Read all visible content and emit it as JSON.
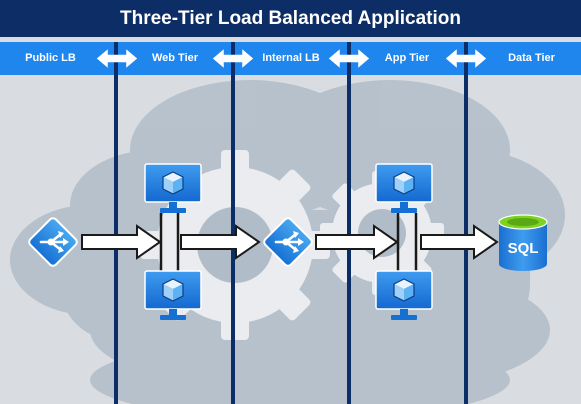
{
  "title": "Three-Tier Load Balanced Application",
  "tiers": [
    {
      "label": "Public LB"
    },
    {
      "label": "Web Tier"
    },
    {
      "label": "Internal LB"
    },
    {
      "label": "App Tier"
    },
    {
      "label": "Data Tier"
    }
  ],
  "database_label": "SQL",
  "colors": {
    "title_bar": "#0c2d66",
    "header_band": "#1f86ee",
    "background": "#d9dde1",
    "cloud": "#a8b6c3",
    "gear": "#eef0f2",
    "divider": "#0c2d66",
    "icon_blue": "#1570d4",
    "icon_light": "#4aa8f0",
    "db_top": "#7ed321"
  },
  "icons": [
    "load-balancer-icon",
    "virtual-machine-icon",
    "sql-database-icon",
    "bidirectional-arrow-icon"
  ]
}
